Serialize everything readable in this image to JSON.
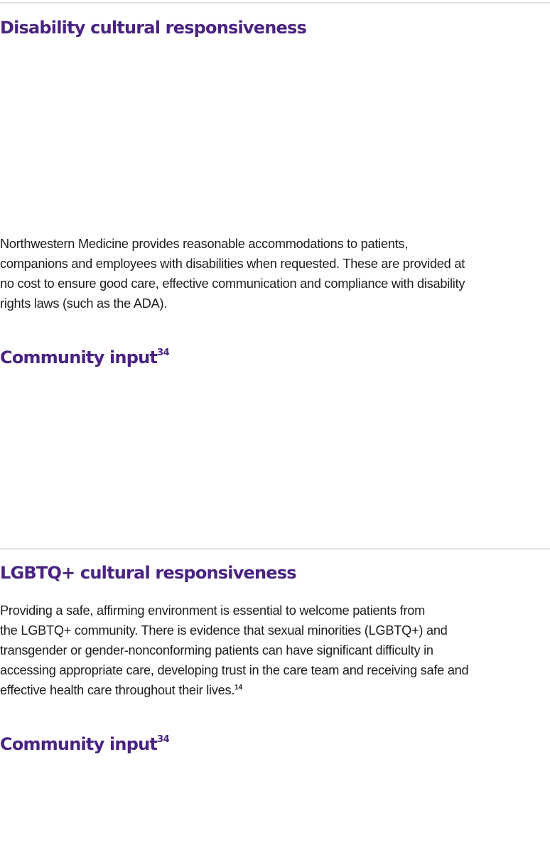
{
  "sections": [
    {
      "title": "Disability cultural responsiveness",
      "body": "Northwestern Medicine provides reasonable accommodations to patients, companions and employees with disabilities when requested. These are provided at no cost to ensure good care, effective communication and compliance with disability rights laws (such as the ADA).",
      "body_lines": [
        "Northwestern Medicine provides reasonable accommodations to patients,",
        "companions and employees with disabilities when requested. These are provided at",
        "no cost to ensure good care, effective communication and compliance with disability",
        "rights laws (such as the ADA)."
      ],
      "subheading": {
        "label": "Community input",
        "footnote": "34"
      }
    },
    {
      "title": "LGBTQ+ cultural responsiveness",
      "body": "Providing a safe, affirming environment is essential to welcome patients from the LGBTQ+ community. There is evidence that sexual minorities (LGBTQ+) and transgender or gender-nonconforming patients can have significant difficulty in accessing appropriate care, developing trust in the care team and receiving safe and effective health care throughout their lives.",
      "body_lines": [
        "Providing a safe, affirming environment is essential to welcome patients from",
        "the LGBTQ+ community. There is evidence that sexual minorities (LGBTQ+) and",
        "transgender or gender-nonconforming patients can have significant difficulty in",
        "accessing appropriate care, developing trust in the care team and receiving safe and",
        "effective health care throughout their lives."
      ],
      "body_footnote": "14",
      "subheading": {
        "label": "Community input",
        "footnote": "34"
      }
    }
  ],
  "colors": {
    "heading": "#4a2382",
    "body_text": "#1d1d1d",
    "divider": "#e4e2ec",
    "background": "#ffffff"
  }
}
